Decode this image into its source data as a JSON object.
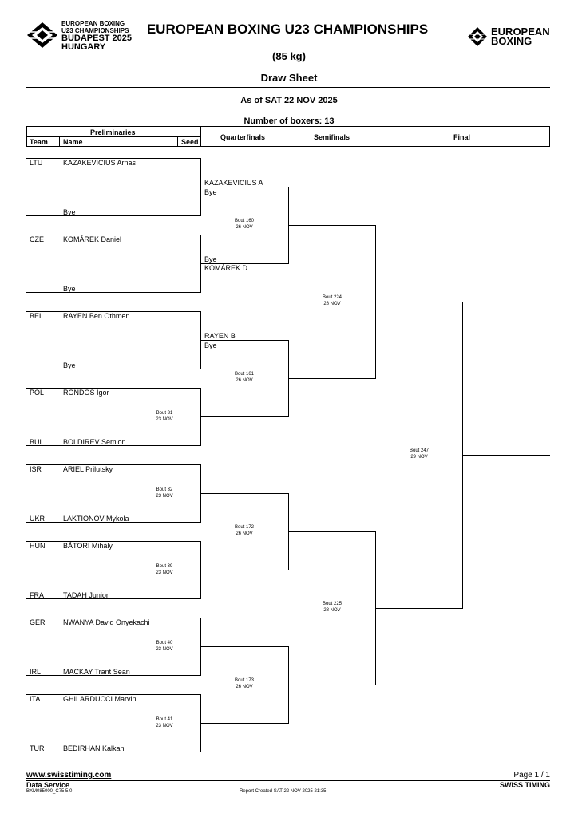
{
  "header": {
    "logo_left_lines": [
      "EUROPEAN BOXING",
      "U23 CHAMPIONSHIPS",
      "BUDAPEST 2025",
      "HUNGARY"
    ],
    "title": "EUROPEAN BOXING U23 CHAMPIONSHIPS",
    "weight": "(85 kg)",
    "sheet": "Draw Sheet",
    "as_of": "As of SAT 22 NOV 2025",
    "count": "Number of boxers: 13",
    "logo_right_lines": [
      "EUROPEAN",
      "BOXING"
    ]
  },
  "columns": {
    "preliminaries": "Preliminaries",
    "team": "Team",
    "name": "Name",
    "seed": "Seed",
    "quarterfinals": "Quarterfinals",
    "semifinals": "Semifinals",
    "final": "Final"
  },
  "entries": [
    {
      "team": "LTU",
      "name": "KAZAKEVICIUS Arnas"
    },
    {
      "team": "",
      "name": "Bye"
    },
    {
      "team": "CZE",
      "name": "KOMÁREK Daniel"
    },
    {
      "team": "",
      "name": "Bye"
    },
    {
      "team": "BEL",
      "name": "RAYEN Ben Othmen"
    },
    {
      "team": "",
      "name": "Bye"
    },
    {
      "team": "POL",
      "name": "RONDOS Igor"
    },
    {
      "team": "BUL",
      "name": "BOLDIREV Semion"
    },
    {
      "team": "ISR",
      "name": "ARIEL Prilutsky"
    },
    {
      "team": "UKR",
      "name": "LAKTIONOV Mykola"
    },
    {
      "team": "HUN",
      "name": "BÁTORI Mihály"
    },
    {
      "team": "FRA",
      "name": "TADAH Junior"
    },
    {
      "team": "GER",
      "name": "NWANYA David Onyekachi"
    },
    {
      "team": "IRL",
      "name": "MACKAY Trant Sean"
    },
    {
      "team": "ITA",
      "name": "GHILARDUCCI Marvin"
    },
    {
      "team": "TUR",
      "name": "BEDIRHAN Kalkan"
    }
  ],
  "quarter_names": [
    {
      "line1": "KAZAKEVICIUS A",
      "line2": "Bye"
    },
    {
      "line1": "Bye",
      "line2": "KOMÁREK D"
    },
    {
      "line1": "RAYEN B",
      "line2": "Bye"
    }
  ],
  "prelim_bouts": [
    {
      "bout": "Bout  31",
      "date": "23 NOV"
    },
    {
      "bout": "Bout  32",
      "date": "23 NOV"
    },
    {
      "bout": "Bout  39",
      "date": "23 NOV"
    },
    {
      "bout": "Bout  40",
      "date": "23 NOV"
    },
    {
      "bout": "Bout  41",
      "date": "23 NOV"
    }
  ],
  "quarter_bouts": [
    {
      "bout": "Bout  160",
      "date": "26 NOV"
    },
    {
      "bout": "Bout  161",
      "date": "26 NOV"
    },
    {
      "bout": "Bout  172",
      "date": "26 NOV"
    },
    {
      "bout": "Bout  173",
      "date": "26 NOV"
    }
  ],
  "semi_bouts": [
    {
      "bout": "Bout  224",
      "date": "28 NOV"
    },
    {
      "bout": "Bout  225",
      "date": "28 NOV"
    }
  ],
  "final_bout": {
    "bout": "Bout  247",
    "date": "29 NOV"
  },
  "footer": {
    "website": "www.swisstiming.com",
    "service": "Data Service",
    "code": "BXM085000_C75 5.0",
    "created": "Report Created  SAT 22 NOV 2025 21:35",
    "page": "Page 1 / 1",
    "brand": "SWISS TIMING"
  }
}
